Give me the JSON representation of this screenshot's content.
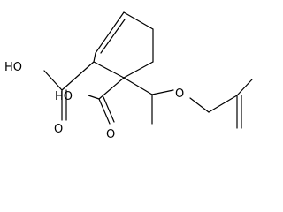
{
  "molecule": {
    "atom_labels": {
      "left_acid_hydroxyl": "HO",
      "left_acid_carbonyl_oxygen": "O",
      "center_acid_hydroxyl": "HO",
      "center_acid_carbonyl_oxygen": "O",
      "ether_oxygen": "O"
    },
    "colors": {
      "bond": "#000000",
      "label": "#000000",
      "background": "#ffffff"
    }
  }
}
